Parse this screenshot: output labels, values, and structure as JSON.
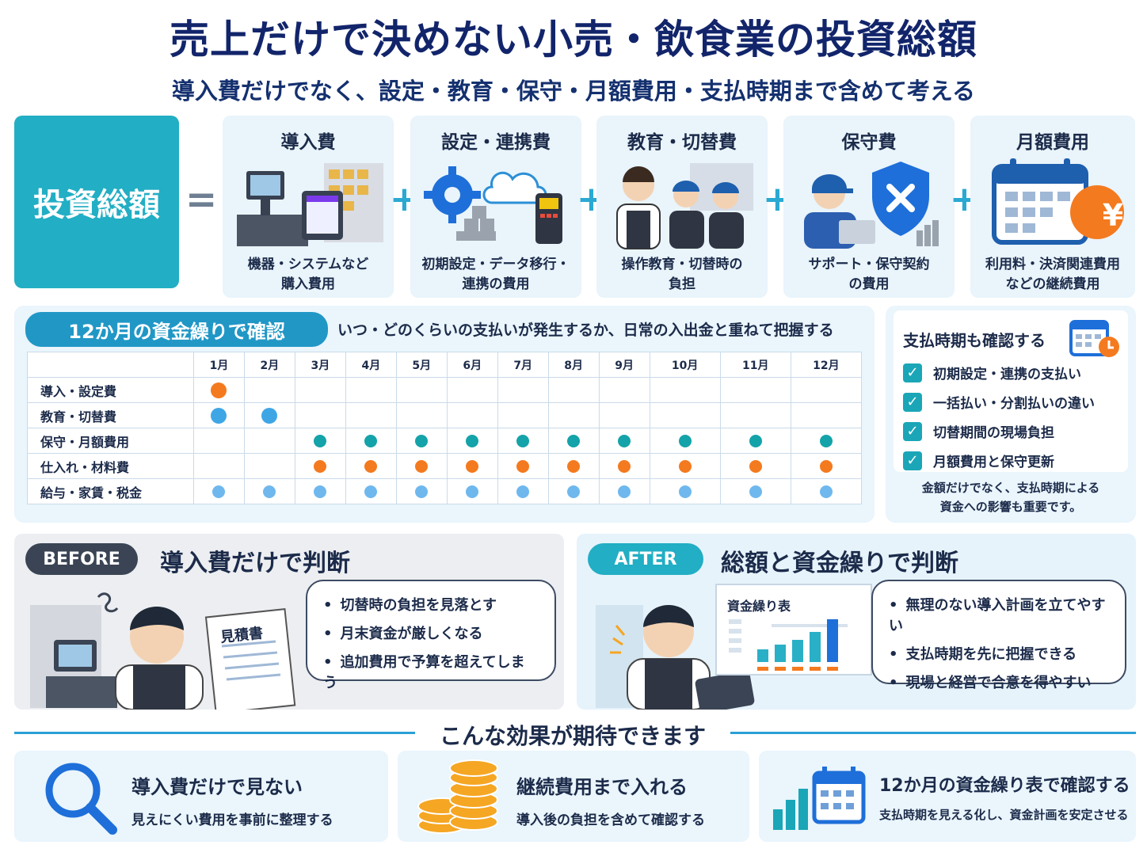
{
  "header": {
    "title": "売上だけで決めない小売・飲食業の投資総額",
    "subtitle": "導入費だけでなく、設定・教育・保守・月額費用・支払時期まで含めて考える"
  },
  "formula": {
    "total_label": "投資総額",
    "equals": "=",
    "plus": "+",
    "items": [
      {
        "title": "導入費",
        "desc1": "機器・システムなど",
        "desc2": "購入費用"
      },
      {
        "title": "設定・連携費",
        "desc1": "初期設定・データ移行・",
        "desc2": "連携の費用"
      },
      {
        "title": "教育・切替費",
        "desc1": "操作教育・切替時の",
        "desc2": "負担"
      },
      {
        "title": "保守費",
        "desc1": "サポート・保守契約",
        "desc2": "の費用"
      },
      {
        "title": "月額費用",
        "desc1": "利用料・決済関連費用",
        "desc2": "などの継続費用"
      }
    ],
    "yen_symbol": "¥"
  },
  "cashflow": {
    "pill": "12か月の資金繰りで確認",
    "note": "いつ・どのくらいの支払いが発生するか、日常の入出金と重ねて把握する",
    "months": [
      "1月",
      "2月",
      "3月",
      "4月",
      "5月",
      "6月",
      "7月",
      "8月",
      "9月",
      "10月",
      "11月",
      "12月"
    ],
    "rows": [
      {
        "label": "導入・設定費",
        "color": "#f47a1f",
        "marks": [
          1,
          0,
          0,
          0,
          0,
          0,
          0,
          0,
          0,
          0,
          0,
          0
        ]
      },
      {
        "label": "教育・切替費",
        "color": "#3fa6e6",
        "marks": [
          1,
          1,
          0,
          0,
          0,
          0,
          0,
          0,
          0,
          0,
          0,
          0
        ]
      },
      {
        "label": "保守・月額費用",
        "color": "#14a3a8",
        "marks": [
          0,
          0,
          1,
          1,
          1,
          1,
          1,
          1,
          1,
          1,
          1,
          1
        ]
      },
      {
        "label": "仕入れ・材料費",
        "color": "#f47a1f",
        "marks": [
          0,
          0,
          1,
          1,
          1,
          1,
          1,
          1,
          1,
          1,
          1,
          1
        ]
      },
      {
        "label": "給与・家賃・税金",
        "color": "#6fb8ee",
        "marks": [
          1,
          1,
          1,
          1,
          1,
          1,
          1,
          1,
          1,
          1,
          1,
          1
        ]
      }
    ]
  },
  "payment_timing": {
    "title": "支払時期も確認する",
    "checks": [
      "初期設定・連携の支払い",
      "一括払い・分割払いの違い",
      "切替期間の現場負担",
      "月額費用と保守更新"
    ],
    "check_mark": "✓",
    "note1": "金額だけでなく、支払時期による",
    "note2": "資金への影響も重要です。"
  },
  "before": {
    "tag": "BEFORE",
    "title": "導入費だけで判断",
    "doc_label": "見積書",
    "points": [
      "切替時の負担を見落とす",
      "月末資金が厳しくなる",
      "追加費用で予算を超えてしまう"
    ]
  },
  "after": {
    "tag": "AFTER",
    "title": "総額と資金繰りで判断",
    "chart_label": "資金繰り表",
    "points": [
      "無理のない導入計画を立てやすい",
      "支払時期を先に把握できる",
      "現場と経営で合意を得やすい"
    ]
  },
  "effects": {
    "heading": "こんな効果が期待できます",
    "items": [
      {
        "title": "導入費だけで見ない",
        "sub": "見えにくい費用を事前に整理する"
      },
      {
        "title": "継続費用まで入れる",
        "sub": "導入後の負担を含めて確認する"
      },
      {
        "title": "12か月の資金繰り表で確認する",
        "sub": "支払時期を見える化し、資金計画を安定させる"
      }
    ]
  }
}
